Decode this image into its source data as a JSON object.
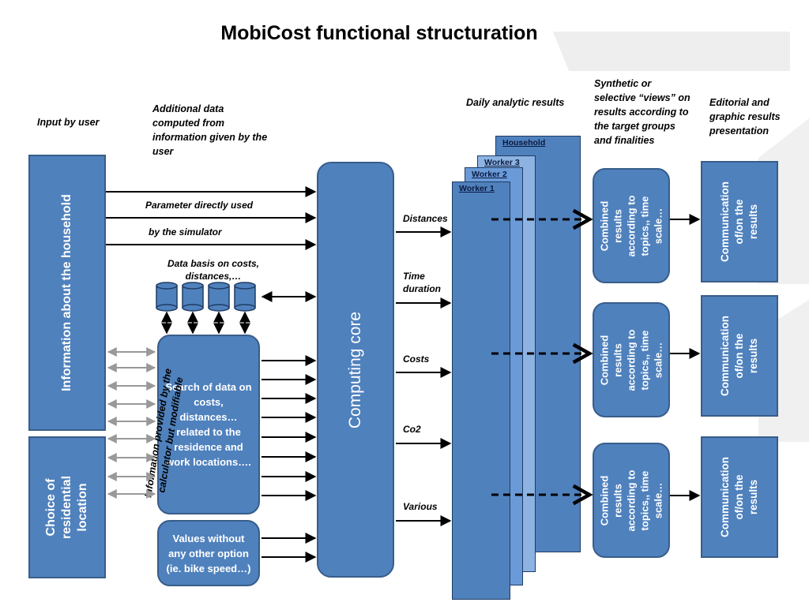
{
  "title": "MobiCost functional  structuration",
  "headers": {
    "input_by_user": "Input by user",
    "additional_data": "Additional data computed from information given by the user",
    "daily_analytic": "Daily analytic results",
    "synthetic_views": "Synthetic  or selective “views” on results according to the target groups and finalities",
    "editorial": "Editorial and graphic results presentation"
  },
  "boxes": {
    "household_info": "Information about the household",
    "residential_choice": "Choice of residential location",
    "search_data": "Search of data on costs, distances… related to the residence and work locations….",
    "values_without": "Values without any other option (ie. bike speed…)",
    "computing_core": "Computing core",
    "combined_results": "Combined results according to topics,, time scale…",
    "communication": "Communication of/on the results"
  },
  "labels": {
    "parameter_line1": "Parameter directly used",
    "parameter_line2": "by the simulator",
    "data_basis": "Data basis on costs, distances,…",
    "info_provided": "Information provided  by the calculator but modifiable"
  },
  "outputs": [
    "Distances",
    "Time duration",
    "Costs",
    "Co2",
    "Various"
  ],
  "stack_layers": [
    "Household",
    "Worker 3",
    "Worker 2",
    "Worker 1"
  ],
  "colors": {
    "box_fill": "#4f81bd",
    "box_border": "#385d8a",
    "stack_light": "#8db3e2"
  }
}
